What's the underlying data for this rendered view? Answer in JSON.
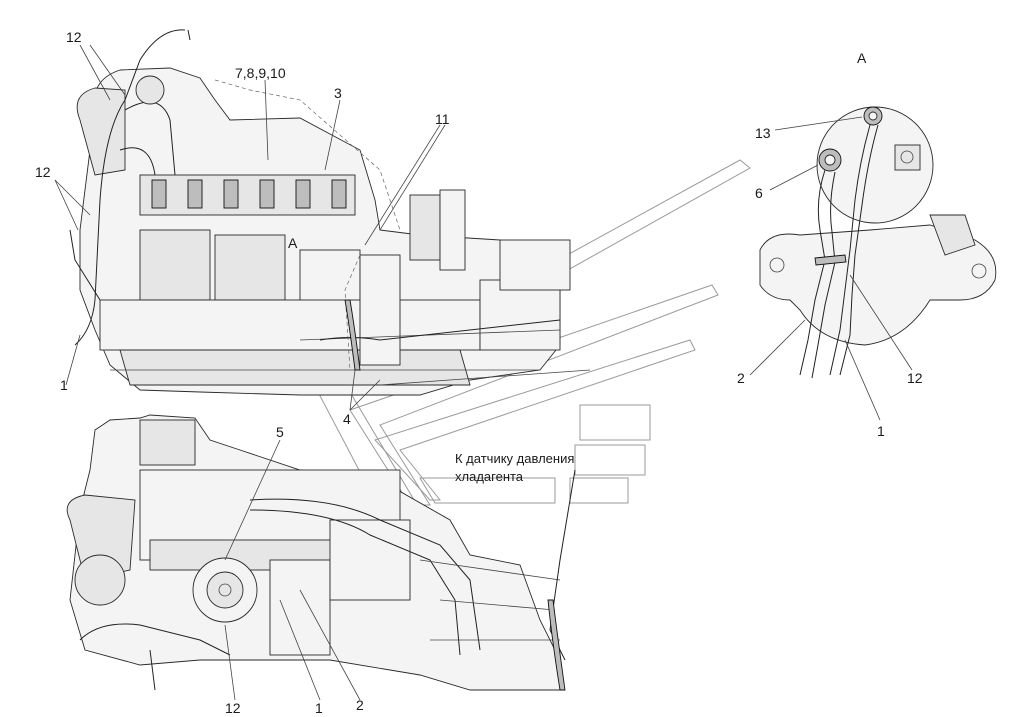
{
  "figure": {
    "view_label": "А",
    "inline_view_label": "А",
    "note_line1": "К датчику давления",
    "note_line2": "хладагента",
    "callouts": {
      "top_12": "12",
      "top_left_12": "12",
      "top_left_1": "1",
      "top_7_10": "7,8,9,10",
      "top_3": "3",
      "top_11": "11",
      "top_4": "4",
      "bottom_5": "5",
      "bottom_12": "12",
      "bottom_1": "1",
      "bottom_2": "2",
      "detail_13": "13",
      "detail_6": "6",
      "detail_2": "2",
      "detail_12": "12",
      "detail_1": "1"
    }
  }
}
